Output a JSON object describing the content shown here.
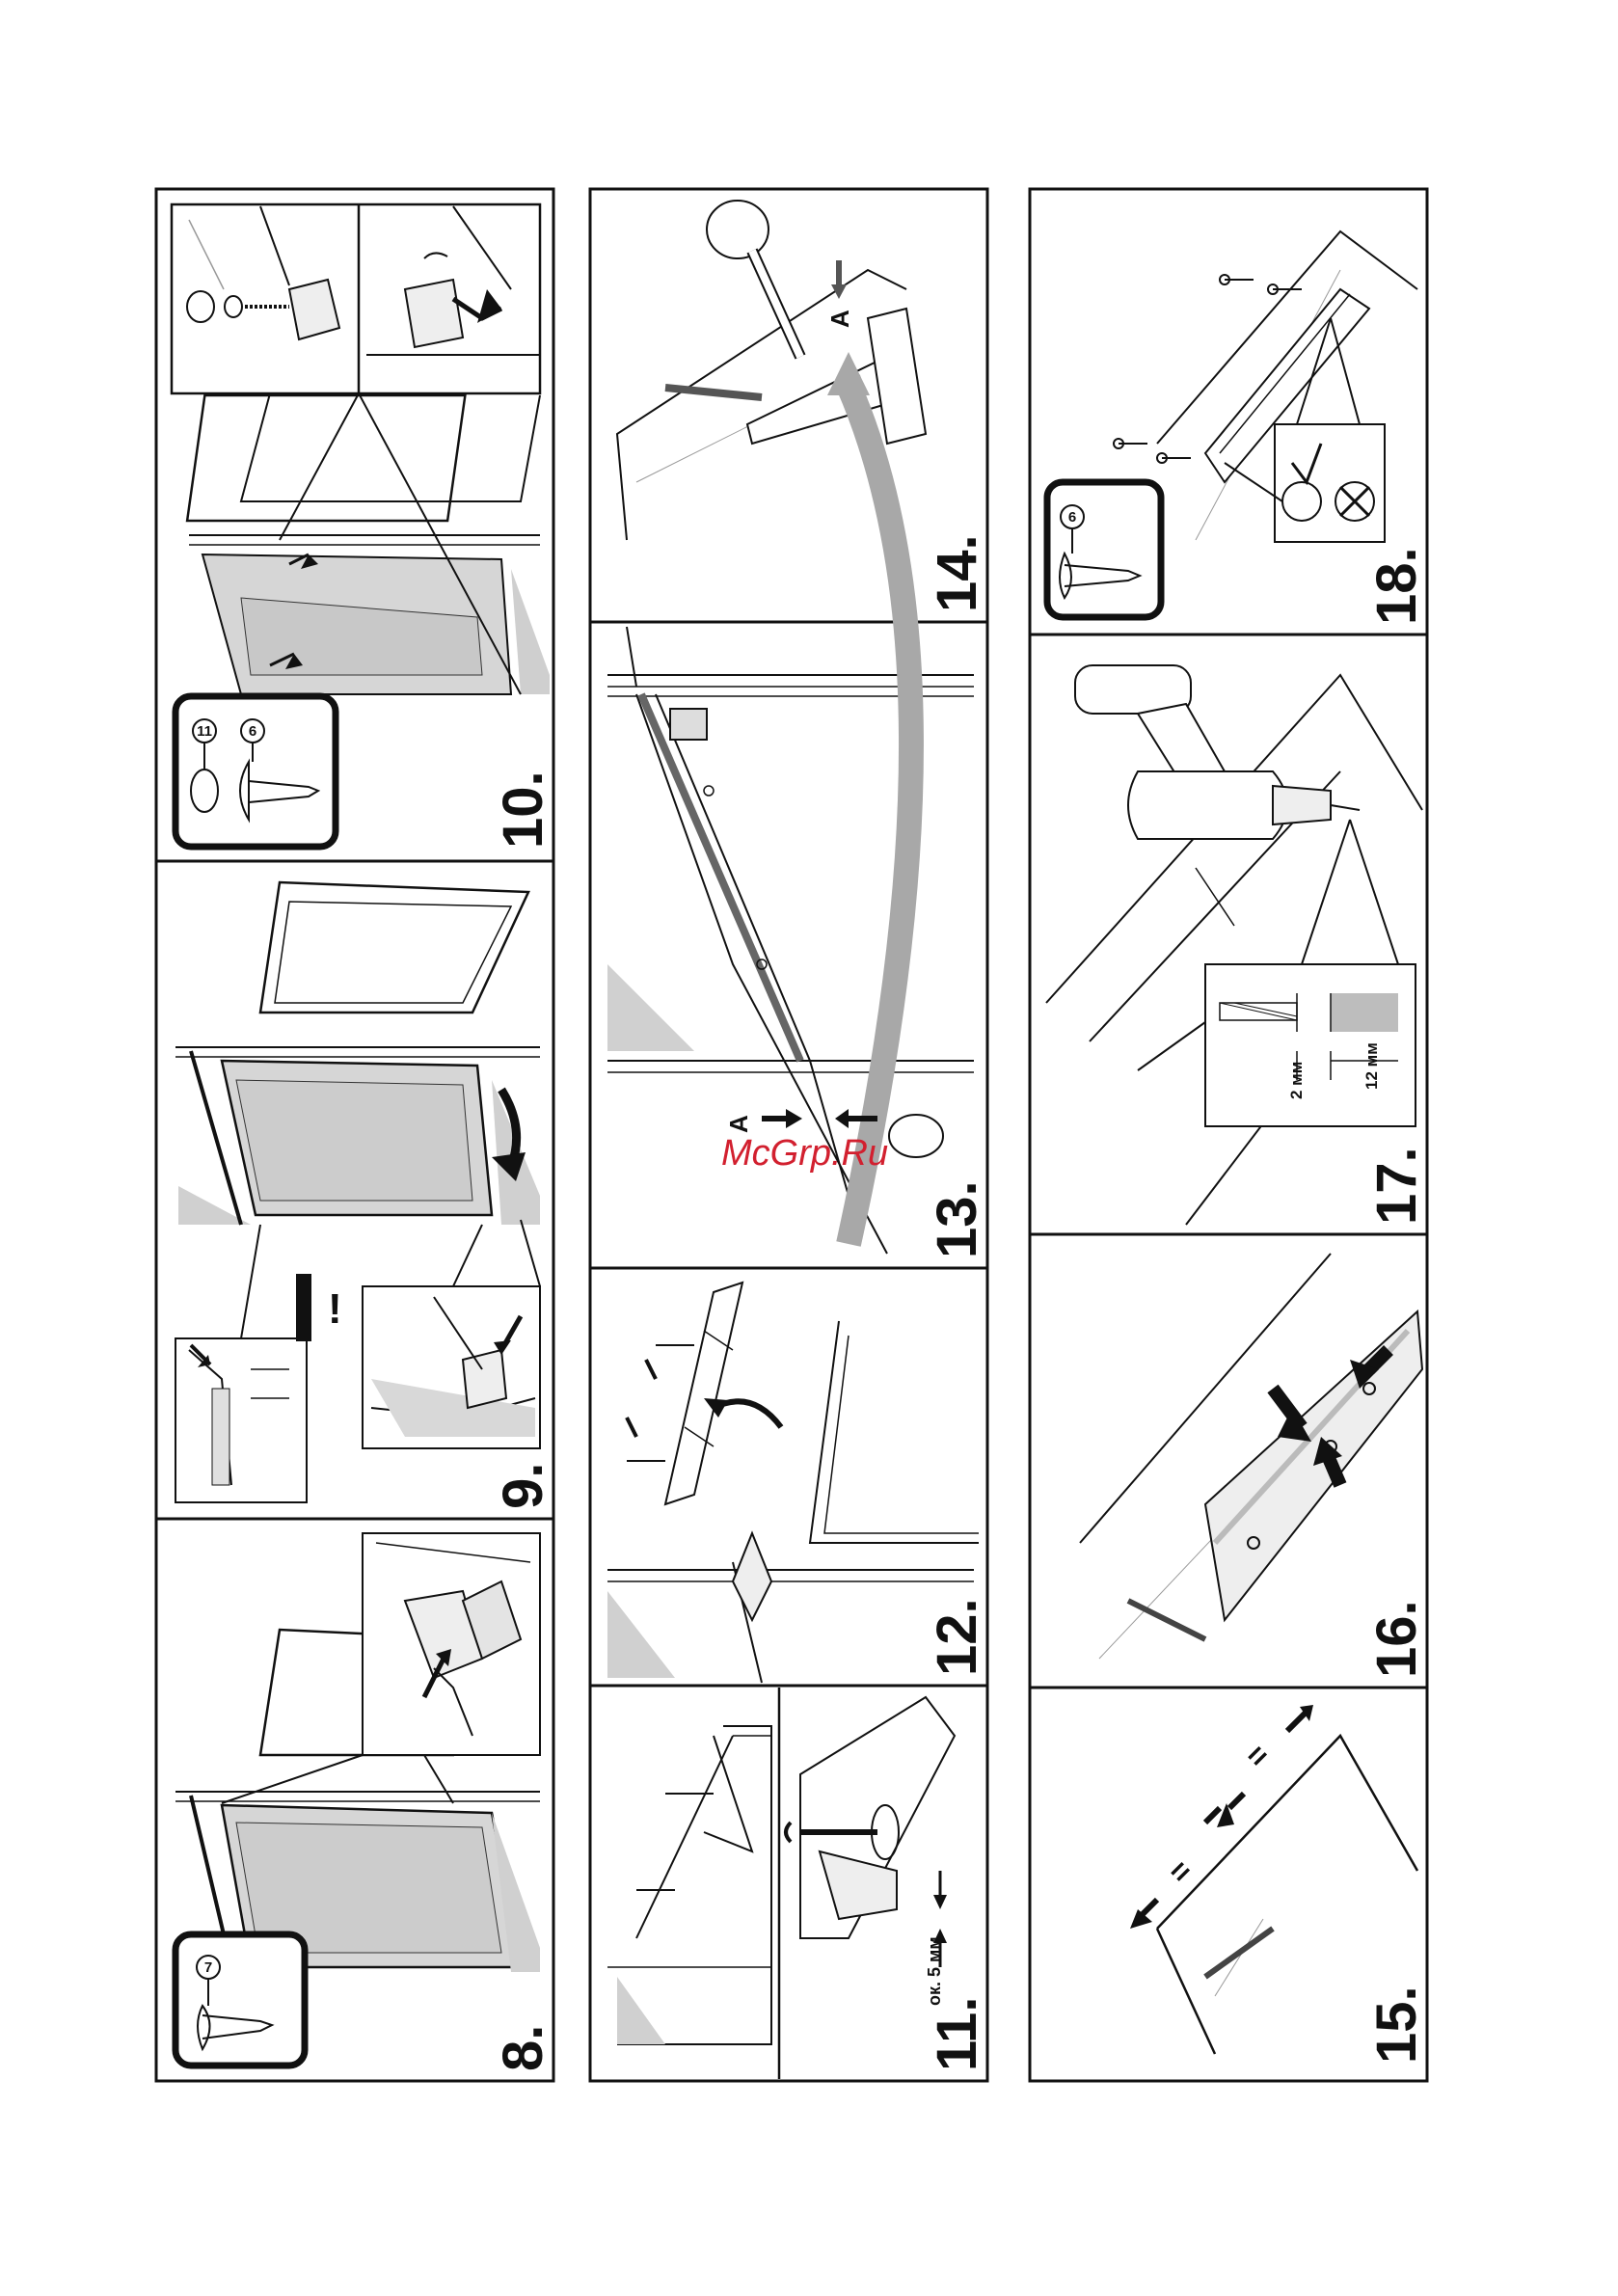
{
  "steps": {
    "s8": "8.",
    "s9": "9.",
    "s10": "10.",
    "s11": "11.",
    "s12": "12.",
    "s13": "13.",
    "s14": "14.",
    "s15": "15.",
    "s16": "16.",
    "s17": "17.",
    "s18": "18."
  },
  "screws": {
    "n6a": "6",
    "n6b": "6",
    "n7": "7",
    "n11": "11"
  },
  "labels": {
    "gap": "ок. 5 мм",
    "markA1": "A",
    "markA2": "A",
    "d2": "2 мм",
    "d12": "12 мм",
    "eq1": "=",
    "eq2": "=",
    "bang": "!"
  },
  "watermark": "McGrp.Ru",
  "colors": {
    "line": "#111111",
    "shade": "#c8c8c8",
    "arrow": "#9a9a9a",
    "watermark": "#d2202f"
  }
}
